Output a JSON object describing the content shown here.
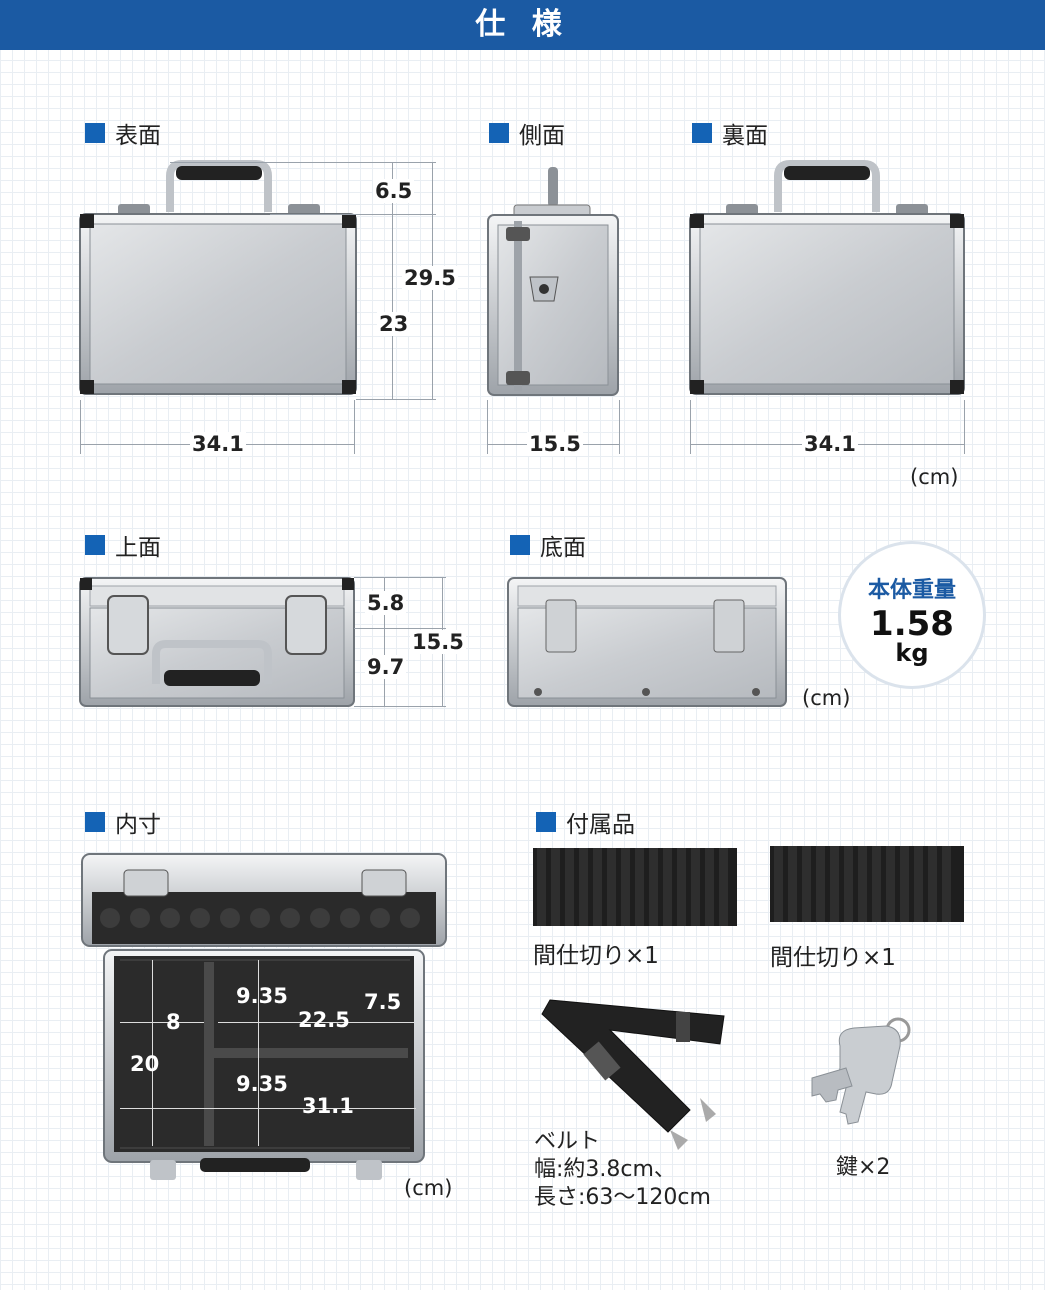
{
  "header": {
    "title": "仕 様"
  },
  "sections": {
    "front": "表面",
    "side": "側面",
    "back": "裏面",
    "top": "上面",
    "bottom": "底面",
    "interior": "内寸",
    "accessories": "付属品"
  },
  "dimensions": {
    "front": {
      "handle": "6.5",
      "total_height": "29.5",
      "body_height": "23",
      "width": "34.1"
    },
    "side": {
      "depth": "15.5"
    },
    "back": {
      "width": "34.1"
    },
    "top": {
      "upper": "5.8",
      "lower": "9.7",
      "total": "15.5"
    },
    "interior": {
      "height": "20",
      "left_width": "8",
      "upper_depth": "9.35",
      "upper_width": "22.5",
      "corner": "7.5",
      "lower_depth": "9.35",
      "full_width": "31.1"
    }
  },
  "units": {
    "row1": "(cm)",
    "row2": "(cm)",
    "row3": "(cm)"
  },
  "weight": {
    "label": "本体重量",
    "value": "1.58",
    "unit": "kg"
  },
  "accessories": {
    "divider1": "間仕切り×1",
    "divider2": "間仕切り×1",
    "belt_title": "ベルト",
    "belt_width": "幅:約3.8cm、",
    "belt_length": "長さ:63〜120cm",
    "keys": "鍵×2"
  },
  "colors": {
    "banner": "#1b5aa3",
    "marker": "#1463b5"
  }
}
